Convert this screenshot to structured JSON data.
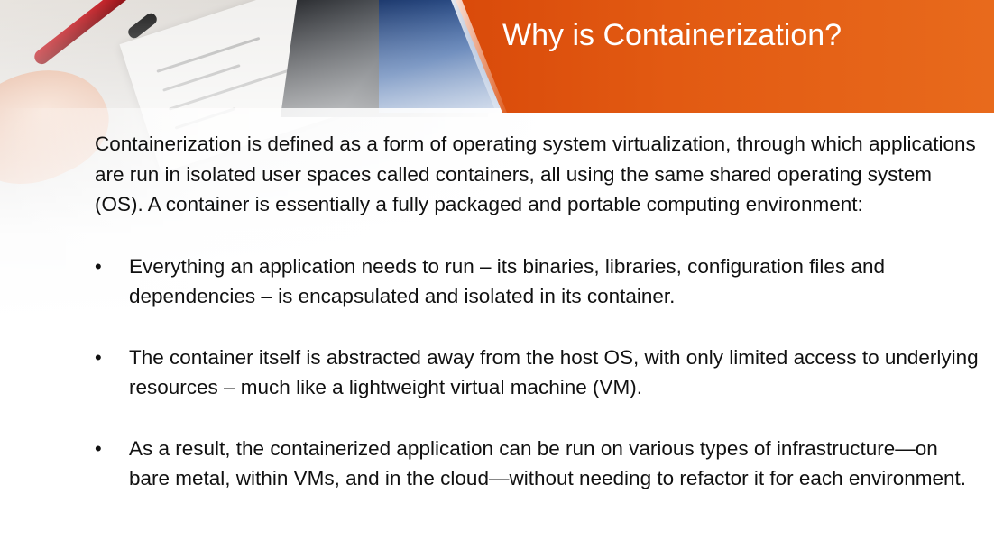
{
  "slide": {
    "title": "Why is Containerization?",
    "intro": "Containerization is defined as a form of operating system virtualization, through which applications are run in isolated user spaces called containers, all using the same shared operating system (OS). A container is essentially a fully packaged and portable computing environment:",
    "bullet_symbol": "•",
    "bullets": [
      "Everything an application needs to run – its binaries, libraries, configuration files and dependencies – is encapsulated and isolated in its container.",
      "The container itself is abstracted away from the host OS, with only limited access to underlying resources – much like a lightweight virtual machine (VM).",
      "As a result, the containerized application can be run on various types of infrastructure—on bare metal, within VMs, and in the cloud—without needing to refactor it for each environment."
    ]
  },
  "colors": {
    "banner": "#e25a12",
    "title_text": "#ffffff",
    "body_text": "#111111"
  }
}
